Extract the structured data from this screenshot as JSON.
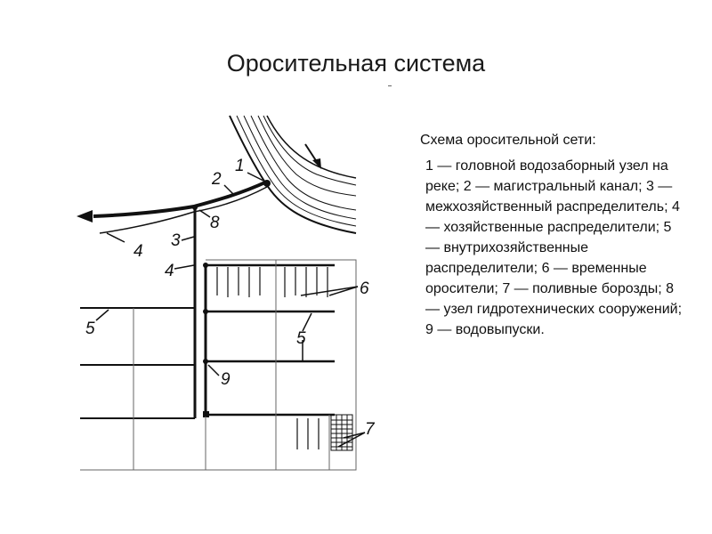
{
  "title": "Оросительная система",
  "description": {
    "caption": "Схема оросительной сети:",
    "legend": "1 — головной водозаборный узел на реке; 2 — магистральный канал; 3 — межхозяйственный распределитель; 4 — хозяйственные распределители; 5 — внутрихозяйственные распределители; 6 — временные оросители; 7 — поливные борозды; 8 — узел гидротехнических сооружений; 9 — водовыпуски."
  },
  "diagram": {
    "labels": {
      "head_intake": "1",
      "main_canal": "2",
      "inter_farm_distributor": "3",
      "farm_distributor_upper": "4",
      "farm_distributor_lower": "4",
      "onfarm_distributor_left": "5",
      "onfarm_distributor_right": "5",
      "temporary_sprinklers": "6",
      "irrigation_furrows": "7",
      "hydro_structures_node": "8",
      "water_outlets": "9"
    }
  }
}
